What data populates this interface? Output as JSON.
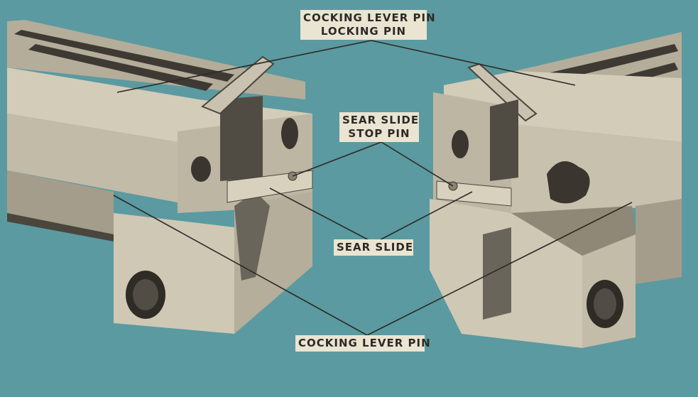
{
  "labels": {
    "cocking_lever_pin_locking_pin": {
      "line1": "COCKING LEVER PIN",
      "line2": "LOCKING PIN"
    },
    "sear_slide_stop_pin": {
      "line1": "SEAR SLIDE",
      "line2": "STOP PIN"
    },
    "sear_slide": "SEAR SLIDE",
    "cocking_lever_pin": "COCKING LEVER PIN"
  },
  "colors": {
    "background": "#5b9aa0",
    "label_background": "#eae4d2",
    "metal_light": "#c9c2b0",
    "metal_mid": "#a59d8b",
    "metal_dark": "#4a463e",
    "leader_line": "#2d2a26"
  }
}
